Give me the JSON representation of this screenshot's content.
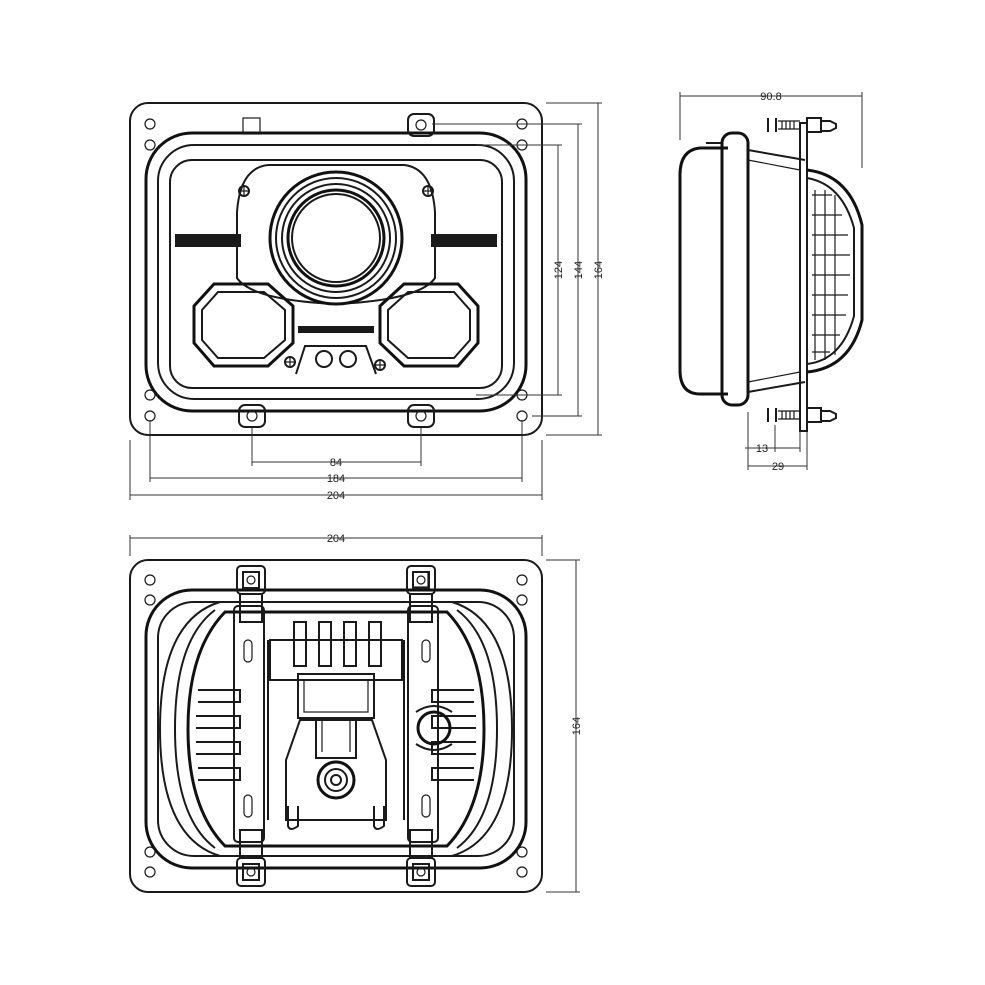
{
  "front_view": {
    "dim_width_outer": "204",
    "dim_width_holes": "184",
    "dim_width_mount": "84",
    "dim_height_outer": "164",
    "dim_height_holes": "144",
    "dim_height_lens": "124"
  },
  "side_view": {
    "dim_depth": "90.8",
    "dim_mount_offset": "13",
    "dim_flange_depth": "29"
  },
  "rear_view": {
    "dim_width": "204",
    "dim_height": "164"
  },
  "colors": {
    "line": "#1a1a1a",
    "dimension": "#333333",
    "background": "#ffffff"
  }
}
